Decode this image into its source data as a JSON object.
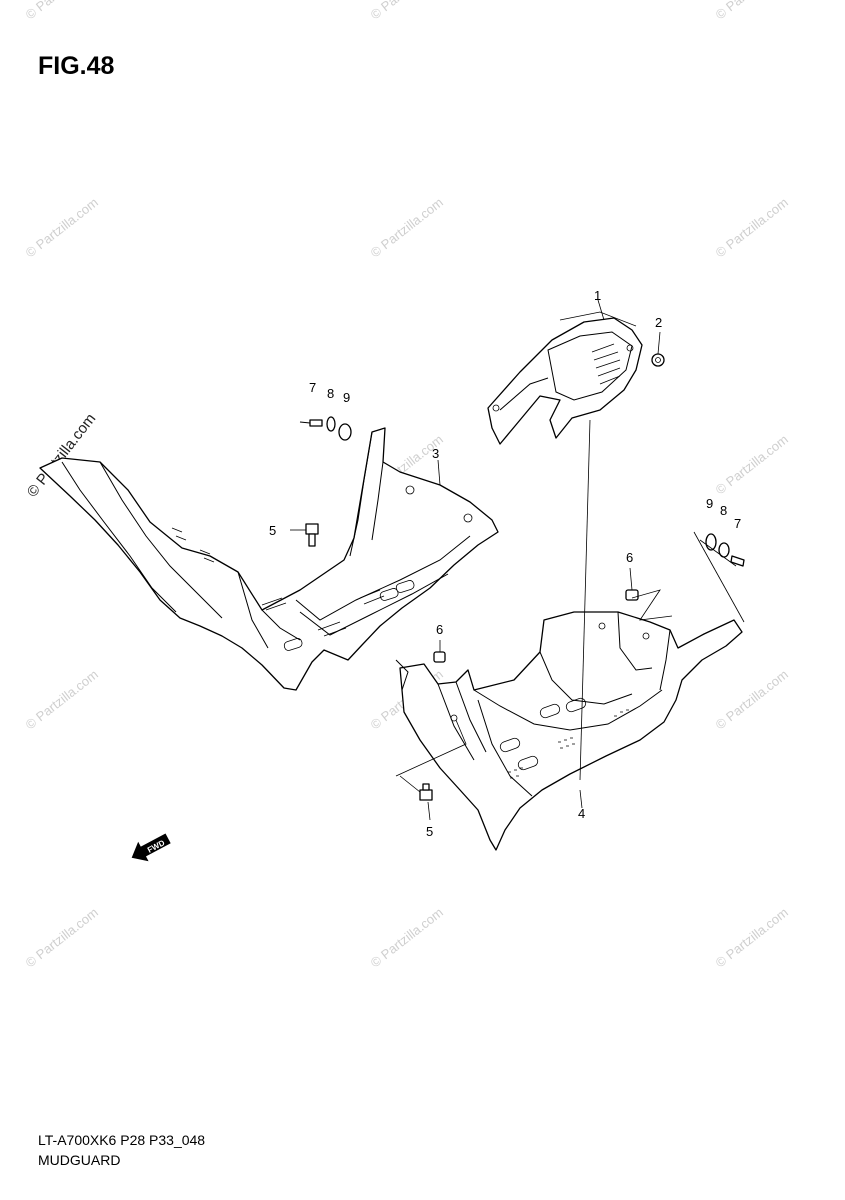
{
  "figure_title": "FIG.48",
  "footer": {
    "model_code": "LT-A700XK6 P28 P33_048",
    "section_name": "MUDGUARD"
  },
  "watermark_text": "© Partzilla.com",
  "side_watermark_text": "© Partzilla.com",
  "fwd_label": "FWD",
  "callouts": {
    "c1": "1",
    "c2": "2",
    "c3": "3",
    "c4": "4",
    "c5a": "5",
    "c5b": "5",
    "c6a": "6",
    "c6b": "6",
    "c7a": "7",
    "c7b": "7",
    "c8a": "8",
    "c8b": "8",
    "c9a": "9",
    "c9b": "9"
  }
}
